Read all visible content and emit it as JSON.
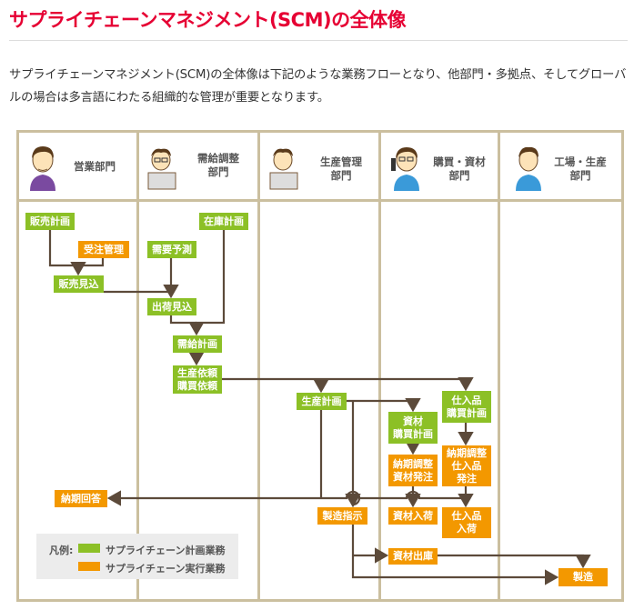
{
  "title": "サプライチェーンマネジメント(SCM)の全体像",
  "intro": "サプライチェーンマネジメント(SCM)の全体像は下記のような業務フローとなり、他部門・多拠点、そしてグローバルの場合は多言語にわたる組織的な管理が重要となります。",
  "departments": [
    {
      "line1": "営業部門",
      "line2": ""
    },
    {
      "line1": "需給調整",
      "line2": "部門"
    },
    {
      "line1": "生産管理",
      "line2": "部門"
    },
    {
      "line1": "購買・資材",
      "line2": "部門"
    },
    {
      "line1": "工場・生産",
      "line2": "部門"
    }
  ],
  "boxes": {
    "sales_plan": "販売計画",
    "order_mgmt": "受注管理",
    "sales_forecast": "販売見込",
    "demand_forecast": "需要予測",
    "inventory_plan": "在庫計画",
    "shipment_forecast": "出荷見込",
    "supply_demand_plan": "需給計画",
    "request_1": "生産依頼",
    "request_2": "購買依頼",
    "production_plan": "生産計画",
    "material_purchase_1": "資材",
    "material_purchase_2": "購買計画",
    "goods_purchase_1": "仕入品",
    "goods_purchase_2": "購買計画",
    "material_order_1": "納期調整",
    "material_order_2": "資材発注",
    "goods_order_1": "納期調整",
    "goods_order_2": "仕入品",
    "goods_order_3": "発注",
    "delivery_reply": "納期回答",
    "manufacturing_order": "製造指示",
    "material_arrival": "資材入荷",
    "goods_arrival_1": "仕入品",
    "goods_arrival_2": "入荷",
    "material_issue": "資材出庫",
    "manufacturing": "製造"
  },
  "legend": {
    "label": "凡例:",
    "planning": "サプライチェーン計画業務",
    "execution": "サプライチェーン実行業務"
  },
  "colors": {
    "title": "#e60033",
    "planning": "#8cc026",
    "execution": "#f39800",
    "line": "#5c4a3a",
    "border": "#cbbf9f"
  }
}
